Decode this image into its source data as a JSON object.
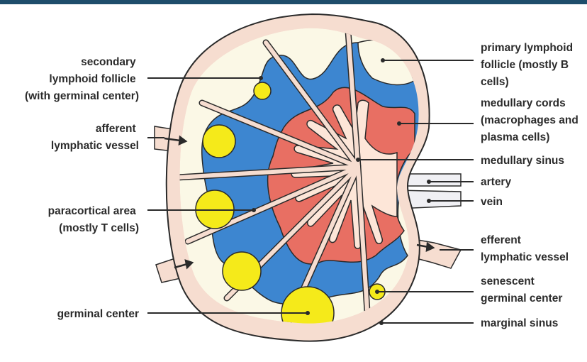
{
  "labels": {
    "secondary_follicle": [
      "secondary",
      "lymphoid follicle",
      "(with germinal center)"
    ],
    "afferent_vessel": [
      "afferent",
      "lymphatic vessel"
    ],
    "paracortical": [
      "paracortical area",
      "(mostly T cells)"
    ],
    "germinal_center": [
      "germinal center"
    ],
    "primary_follicle": [
      "primary lymphoid",
      "follicle (mostly B",
      "cells)"
    ],
    "medullary_cords": [
      "medullary cords",
      "(macrophages and",
      "plasma cells)"
    ],
    "medullary_sinus": [
      "medullary sinus"
    ],
    "artery": [
      "artery"
    ],
    "vein": [
      "vein"
    ],
    "efferent_vessel": [
      "efferent",
      "lymphatic vessel"
    ],
    "senescent_center": [
      "senescent",
      "germinal center"
    ],
    "marginal_sinus": [
      "marginal sinus"
    ]
  },
  "colors": {
    "capsule": "#f6ddd0",
    "outline": "#2a2a2a",
    "follicle_bg": "#fbf8e6",
    "germinal": "#f5ea1a",
    "paracortex": "#3d86d0",
    "cords": "#e86f63",
    "sinus": "#fde6d8",
    "vessel": "#f0f0f4"
  }
}
